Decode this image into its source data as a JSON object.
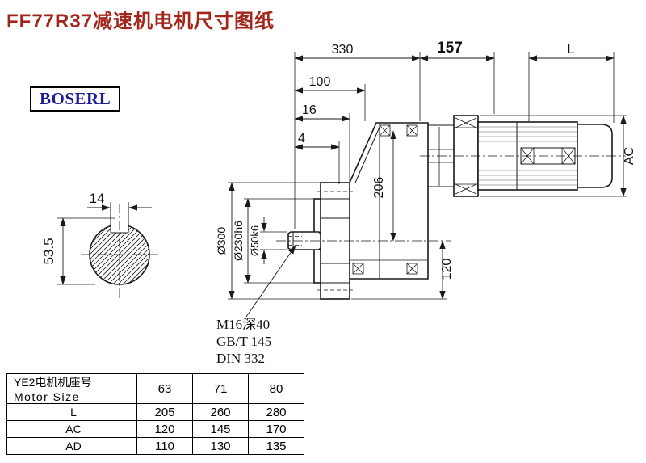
{
  "title": "FF77R37减速机电机尺寸图纸",
  "brand": "BOSERL",
  "colors": {
    "title": "#a3261a",
    "brand": "#1c1c96",
    "line": "#1a1a1a"
  },
  "drawing": {
    "dim_330": "330",
    "dim_157": "157",
    "dim_L": "L",
    "dim_100": "100",
    "dim_16": "16",
    "dim_4": "4",
    "dim_AC": "AC",
    "dim_206": "206",
    "dim_120": "120",
    "dim_d300": "Ø300",
    "dim_d230": "Ø230h6",
    "dim_d50": "Ø50k6",
    "dim_14": "14",
    "dim_53_5": "53.5",
    "note_m16": "M16深40",
    "note_gbt": "GB/T 145",
    "note_din": "DIN 332"
  },
  "table": {
    "col_header_line1": "YE2电机机座号",
    "col_header_line2": "Motor Size",
    "sizes": [
      "63",
      "71",
      "80"
    ],
    "rows": [
      {
        "label": "L",
        "values": [
          "205",
          "260",
          "280"
        ]
      },
      {
        "label": "AC",
        "values": [
          "120",
          "145",
          "170"
        ]
      },
      {
        "label": "AD",
        "values": [
          "110",
          "130",
          "135"
        ]
      }
    ]
  }
}
